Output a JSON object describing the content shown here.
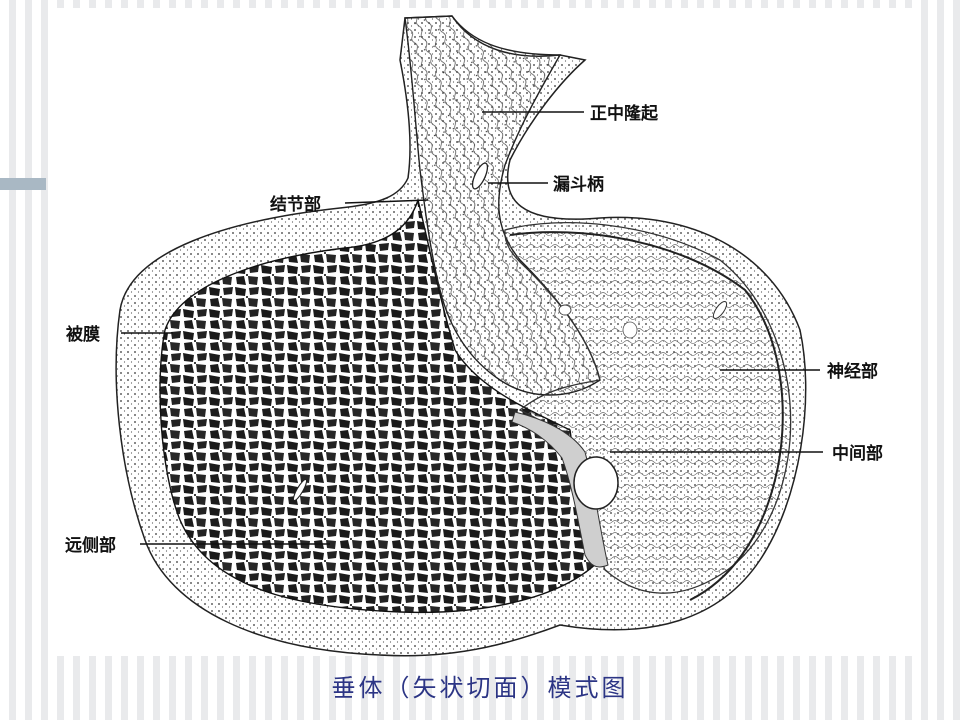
{
  "labels": {
    "median_eminence": "正中隆起",
    "infundibular_stalk": "漏斗柄",
    "pars_tuberalis": "结节部",
    "capsule": "被膜",
    "pars_nervosa": "神经部",
    "pars_intermedia": "中间部",
    "pars_distalis": "远侧部"
  },
  "caption": "垂体（矢状切面）模式图",
  "colors": {
    "caption": "#2c3585",
    "bar": "#a9b8c4"
  }
}
